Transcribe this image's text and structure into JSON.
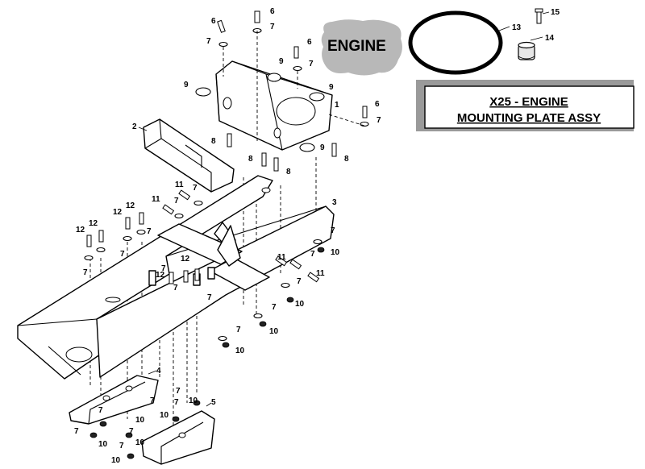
{
  "engine_label": "ENGINE",
  "title": {
    "line1": "X25 - ENGINE",
    "line2": "MOUNTING PLATE ASSY"
  },
  "callouts": {
    "c1": "1",
    "c2": "2",
    "c3": "3",
    "c4": "4",
    "c5": "5",
    "c6a": "6",
    "c6b": "6",
    "c6c": "6",
    "c6d": "6",
    "c7a": "7",
    "c7b": "7",
    "c7c": "7",
    "c7d": "7",
    "c7e": "7",
    "c7f": "7",
    "c7g": "7",
    "c7h": "7",
    "c7i": "7",
    "c7j": "7",
    "c7k": "7",
    "c7l": "7",
    "c7m": "7",
    "c7n": "7",
    "c7o": "7",
    "c7p": "7",
    "c7q": "7",
    "c7r": "7",
    "c7s": "7",
    "c7t": "7",
    "c7u": "7",
    "c7v": "7",
    "c7w": "7",
    "c7x": "7",
    "c8a": "8",
    "c8b": "8",
    "c8c": "8",
    "c8d": "8",
    "c9a": "9",
    "c9b": "9",
    "c9c": "9",
    "c9d": "9",
    "c10a": "10",
    "c10b": "10",
    "c10c": "10",
    "c10d": "10",
    "c10e": "10",
    "c10f": "10",
    "c10g": "10",
    "c10h": "10",
    "c10i": "10",
    "c10j": "10",
    "c11a": "11",
    "c11b": "11",
    "c11c": "11",
    "c11d": "11",
    "c12a": "12",
    "c12b": "12",
    "c12c": "12",
    "c12d": "12",
    "c12e": "12",
    "c12f": "12",
    "c13": "13",
    "c14": "14",
    "c15": "15"
  }
}
